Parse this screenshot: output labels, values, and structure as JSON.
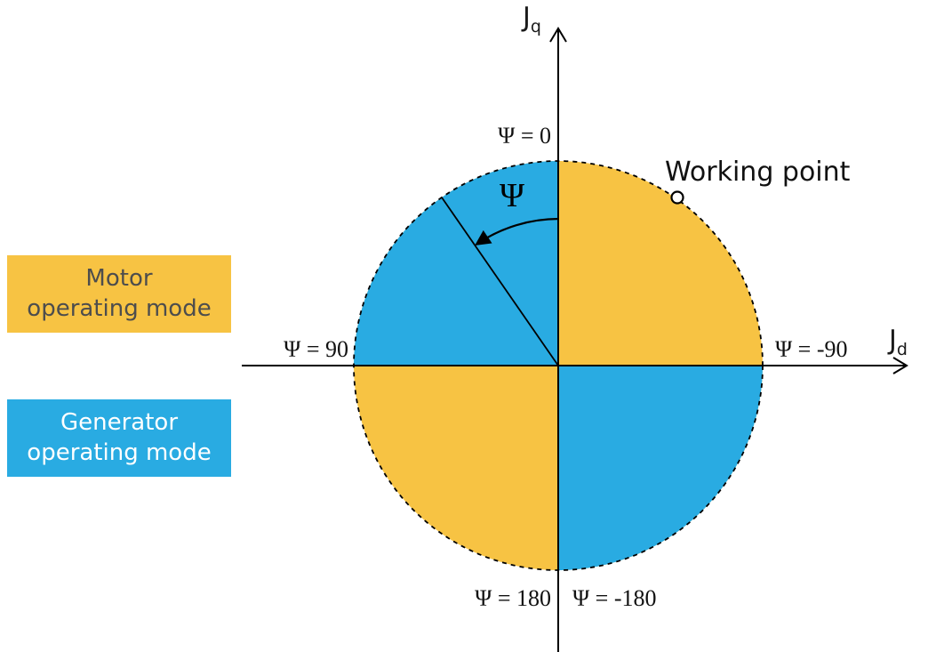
{
  "legend": {
    "motor": {
      "line1": "Motor",
      "line2": "operating mode"
    },
    "generator": {
      "line1": "Generator",
      "line2": "operating mode"
    }
  },
  "axes": {
    "vertical": {
      "main": "J",
      "sub": "q"
    },
    "horizontal": {
      "main": "J",
      "sub": "d"
    }
  },
  "angle_labels": {
    "top": "Ψ = 0",
    "left": "Ψ = 90",
    "right": "Ψ = -90",
    "bottom_left": "Ψ = 180",
    "bottom_right": "Ψ = -180"
  },
  "angle_symbol": "Ψ",
  "working_point": {
    "label": "Working point"
  },
  "colors": {
    "motor": "#F7C343",
    "generator": "#29ABE2",
    "motor_text": "#4d4d4d",
    "generator_text": "#ffffff",
    "line": "#000000"
  }
}
